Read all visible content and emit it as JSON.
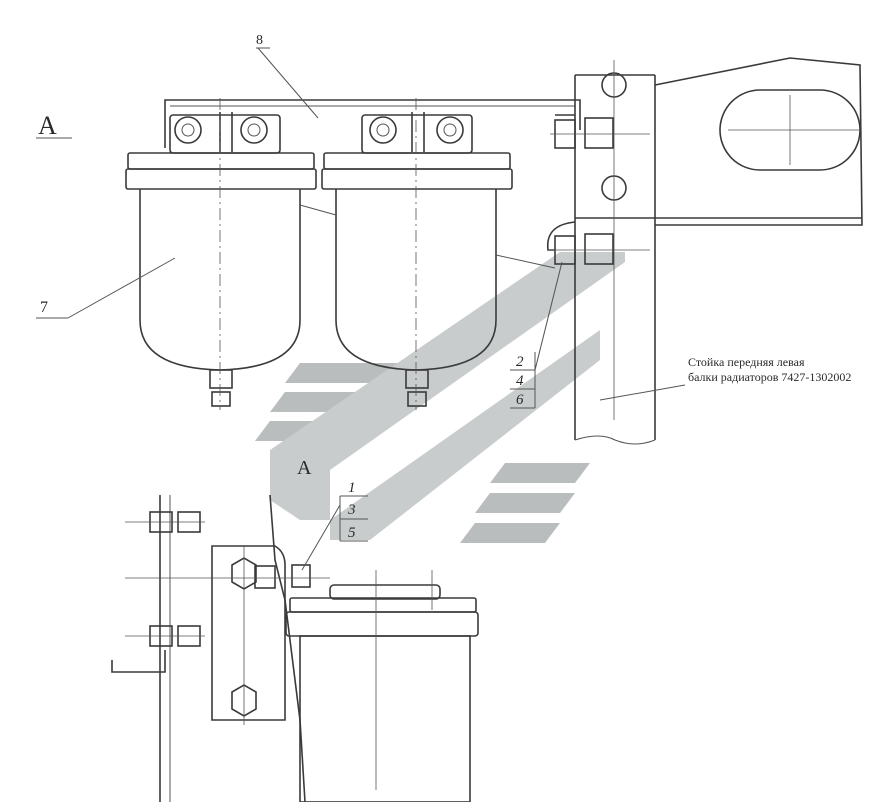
{
  "view_label_top": "A",
  "view_label_bottom": "A",
  "callouts": {
    "c8": "8",
    "c7": "7",
    "c2": "2",
    "c4": "4",
    "c6": "6",
    "c1": "1",
    "c3": "3",
    "c5": "5"
  },
  "note": {
    "line1": "Стойка передняя левая",
    "line2": "балки радиаторов 7427-1302002"
  },
  "colors": {
    "line": "#3a3a3a",
    "watermark": "#b9bdbd"
  }
}
